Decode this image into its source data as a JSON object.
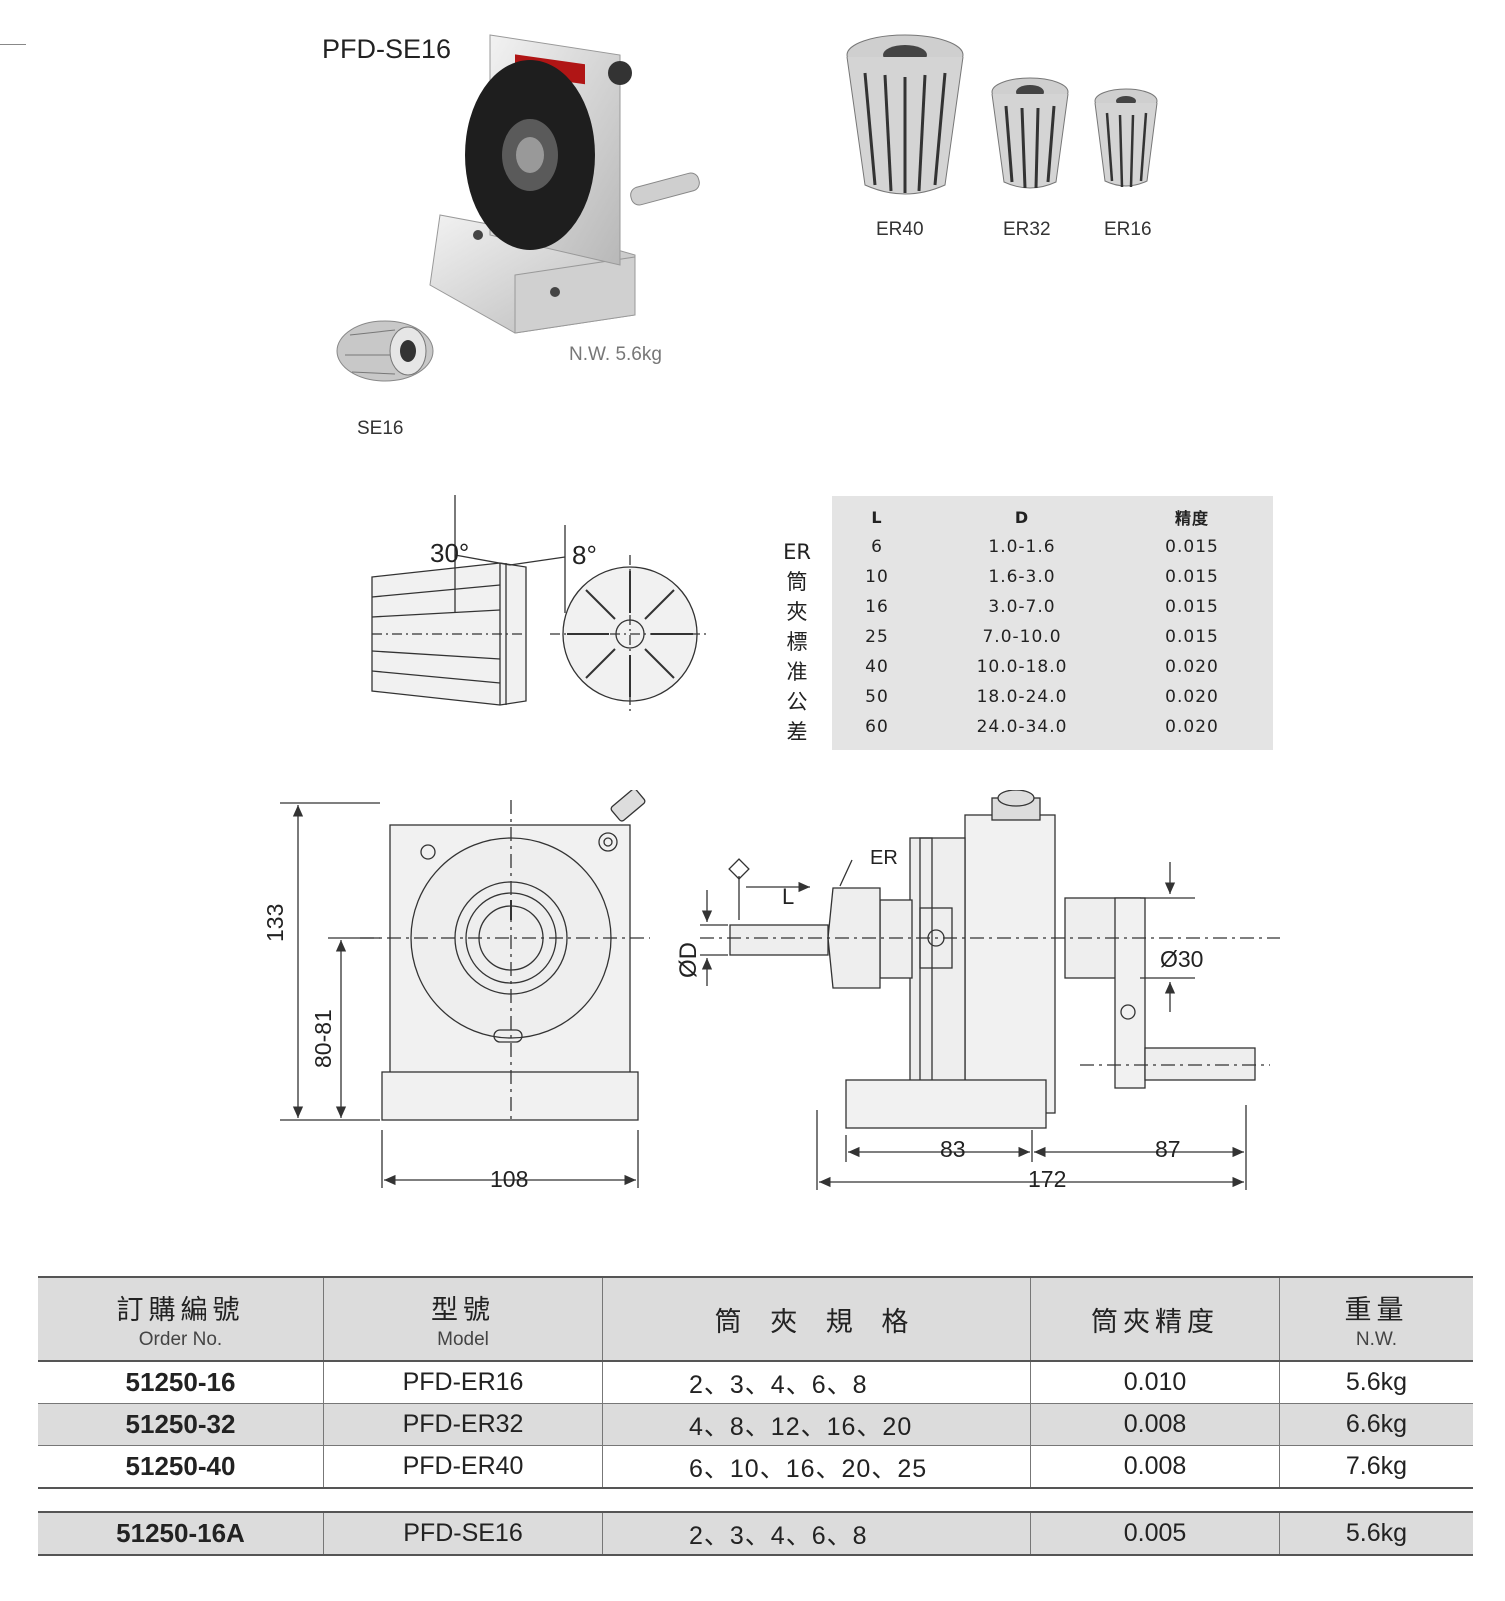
{
  "header": {
    "product_title": "PFD-SE16",
    "net_weight": "N.W. 5.6kg",
    "se_label": "SE16"
  },
  "collets": [
    "ER40",
    "ER32",
    "ER16"
  ],
  "angles": {
    "a1": "30°",
    "a2": "8°"
  },
  "spec_table": {
    "side_label": [
      "ER",
      "筒",
      "夾",
      "標",
      "准",
      "公",
      "差"
    ],
    "headers": [
      "L",
      "D",
      "精度"
    ],
    "rows": [
      [
        "6",
        "1.0-1.6",
        "0.015"
      ],
      [
        "10",
        "1.6-3.0",
        "0.015"
      ],
      [
        "16",
        "3.0-7.0",
        "0.015"
      ],
      [
        "25",
        "7.0-10.0",
        "0.015"
      ],
      [
        "40",
        "10.0-18.0",
        "0.020"
      ],
      [
        "50",
        "18.0-24.0",
        "0.020"
      ],
      [
        "60",
        "24.0-34.0",
        "0.020"
      ]
    ]
  },
  "drawing": {
    "height_total": "133",
    "center_height": "80-81",
    "width": "108",
    "er_label": "ER",
    "l_label": "L",
    "d_label": "ØD",
    "shaft_dia": "Ø30",
    "len_a": "83",
    "len_b": "87",
    "len_total": "172"
  },
  "order_table": {
    "headers": [
      {
        "zh": "訂購編號",
        "en": "Order No."
      },
      {
        "zh": "型號",
        "en": "Model"
      },
      {
        "zh": "筒 夾 規 格",
        "en": ""
      },
      {
        "zh": "筒夾精度",
        "en": ""
      },
      {
        "zh": "重量",
        "en": "N.W."
      }
    ],
    "rows": [
      {
        "no": "51250-16",
        "model": "PFD-ER16",
        "spec": "2、3、4、6、8",
        "acc": "0.010",
        "nw": "5.6kg"
      },
      {
        "no": "51250-32",
        "model": "PFD-ER32",
        "spec": "4、8、12、16、20",
        "acc": "0.008",
        "nw": "6.6kg"
      },
      {
        "no": "51250-40",
        "model": "PFD-ER40",
        "spec": "6、10、16、20、25",
        "acc": "0.008",
        "nw": "7.6kg"
      },
      {
        "no": "51250-16A",
        "model": "PFD-SE16",
        "spec": "2、3、4、6、8",
        "acc": "0.005",
        "nw": "5.6kg"
      }
    ]
  }
}
